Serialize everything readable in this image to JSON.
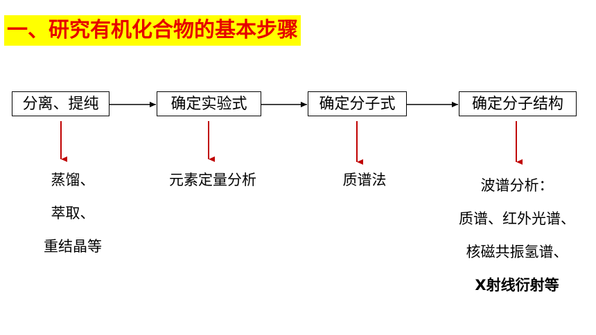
{
  "title": "一、研究有机化合物的基本步骤",
  "steps": [
    {
      "label": "分离、提纯"
    },
    {
      "label": "确定实验式"
    },
    {
      "label": "确定分子式"
    },
    {
      "label": "确定分子结构"
    }
  ],
  "methods": [
    {
      "lines": [
        "蒸馏、",
        "萃取、",
        "重结晶等"
      ]
    },
    {
      "lines": [
        "元素定量分析"
      ]
    },
    {
      "lines": [
        "质谱法"
      ]
    },
    {
      "lines": [
        "波谱分析：",
        "质谱、红外光谱、",
        "核磁共振氢谱、",
        "X射线衍射等"
      ]
    }
  ],
  "colors": {
    "title_text": "#e60000",
    "title_highlight": "#ffff00",
    "down_arrow": "#c00000",
    "flow_arrow": "#000000"
  }
}
